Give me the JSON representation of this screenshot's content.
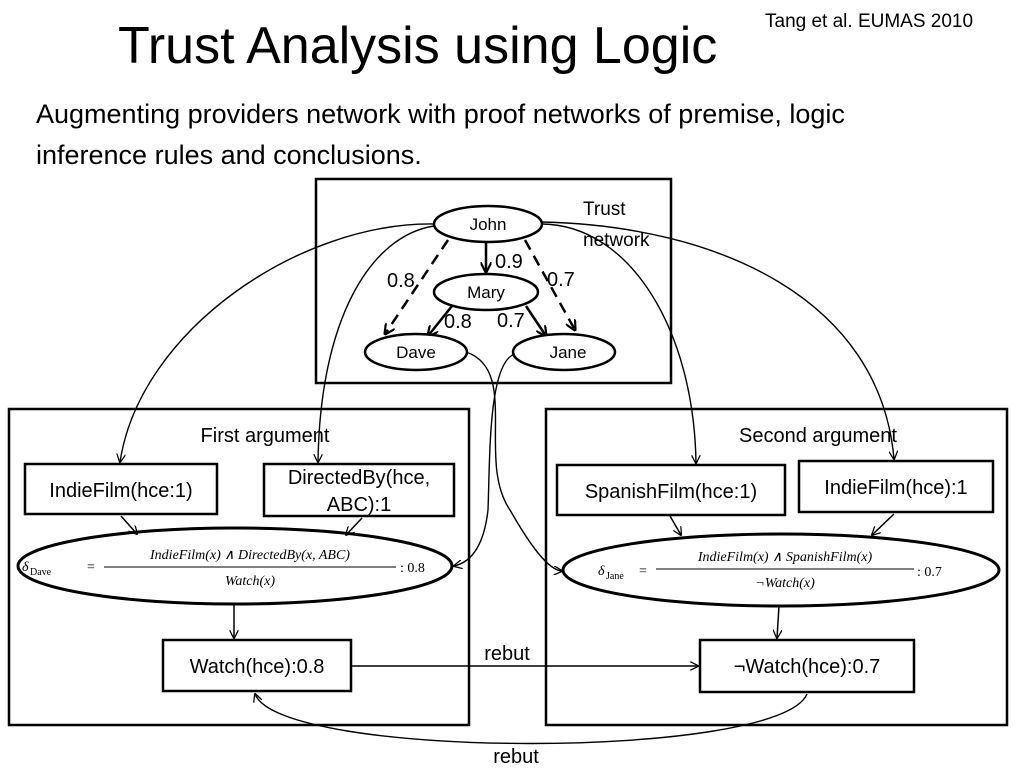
{
  "slide": {
    "title": "Trust Analysis using Logic",
    "citation": "Tang et al. EUMAS 2010",
    "subtitle": "Augmenting providers network with proof networks of premise, logic inference rules and conclusions."
  },
  "trust_network": {
    "label_line1": "Trust",
    "label_line2": "network",
    "nodes": {
      "john": "John",
      "mary": "Mary",
      "dave": "Dave",
      "jane": "Jane"
    },
    "edges": {
      "john_dave": "0.8",
      "john_mary": "0.9",
      "john_jane": "0.7",
      "mary_dave": "0.8",
      "mary_jane": "0.7"
    }
  },
  "first_argument": {
    "title": "First argument",
    "premise1": "IndieFilm(hce:1)",
    "premise2_line1": "DirectedBy(hce,",
    "premise2_line2": "ABC):1",
    "rule": {
      "delta": "δ",
      "sub": "Dave",
      "eq": "=",
      "numerator": "IndieFilm(x) ∧ DirectedBy(x, ABC)",
      "denominator": "Watch(x)",
      "weight": ": 0.8"
    },
    "conclusion": "Watch(hce):0.8"
  },
  "second_argument": {
    "title": "Second argument",
    "premise1": "SpanishFilm(hce:1)",
    "premise2": "IndieFilm(hce):1",
    "rule": {
      "delta": "δ",
      "sub": "Jane",
      "eq": "=",
      "numerator": "IndieFilm(x) ∧ SpanishFilm(x)",
      "denominator": "¬Watch(x)",
      "weight": ": 0.7"
    },
    "conclusion": "¬Watch(hce):0.7"
  },
  "relations": {
    "rebut_top": "rebut",
    "rebut_bottom": "rebut"
  }
}
